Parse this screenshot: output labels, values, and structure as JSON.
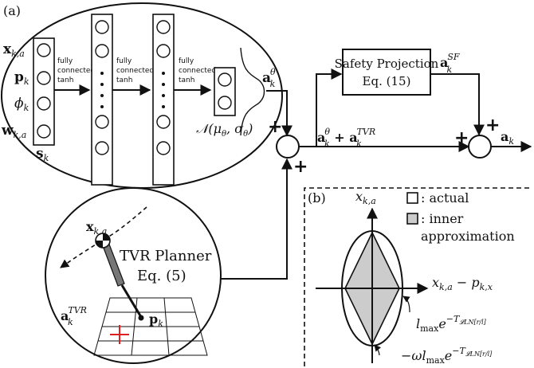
{
  "panel_a": {
    "label": "(a)",
    "inputs": {
      "x": "x",
      "x_sub": "k,a",
      "p": "p",
      "p_sub": "k",
      "phi": "ϕ",
      "phi_sub": "k",
      "w": "w",
      "w_sub": "k,a",
      "s": "s",
      "s_sub": "k"
    },
    "layer_caption_1": "fully",
    "layer_caption_2": "connected",
    "layer_caption_3": "tanh",
    "normal_dist": "𝒩(μ",
    "normal_sub1": "θ",
    "normal_mid": ", σ",
    "normal_sub2": "θ",
    "normal_close": ")",
    "action_theta": "a",
    "action_theta_sub": "k",
    "action_theta_sup": "θ",
    "sum_label_a": "a",
    "sum_label_a_sub": "k",
    "sum_label_a_sup": "θ",
    "sum_label_plus": " + a",
    "sum_label_b_sub": "k",
    "sum_label_b_sup": "TVR",
    "safety_title": "Safety Projection",
    "safety_eq": "Eq. (15)",
    "a_sf": "a",
    "a_sf_sub": "k",
    "a_sf_sup": "SF",
    "output": "a",
    "output_sub": "k",
    "plus": "+",
    "tvr_title": "TVR Planner",
    "tvr_eq": "Eq. (5)",
    "tvr_x": "x",
    "tvr_x_sub": "k,a",
    "tvr_p": "p",
    "tvr_p_sub": "k",
    "tvr_a": "a",
    "tvr_a_sub": "k",
    "tvr_a_sup": "TVR"
  },
  "panel_b": {
    "label": "(b)",
    "y_axis": "x",
    "y_axis_sub": "k,a",
    "x_axis_a": "x",
    "x_axis_a_sub": "k,a",
    "x_axis_minus": " − p",
    "x_axis_b_sub": "k,x",
    "legend_actual": ": actual",
    "legend_inner_1": ": inner",
    "legend_inner_2": "approximation",
    "eq1_l": "l",
    "eq1_max": "max",
    "eq1_e": "e",
    "eq1_exp": "−T",
    "eq1_exp_sub": "𝓛LN[r/l]",
    "eq2_pre": "−ωl",
    "eq2_max": "max",
    "eq2_e": "e",
    "eq2_exp": "−T",
    "eq2_exp_sub": "𝓛LN[r/l]"
  },
  "colors": {
    "ink": "#111111",
    "inner_fill": "#cccccc",
    "target_cross": "#e02020",
    "arm_gray": "#777777"
  }
}
